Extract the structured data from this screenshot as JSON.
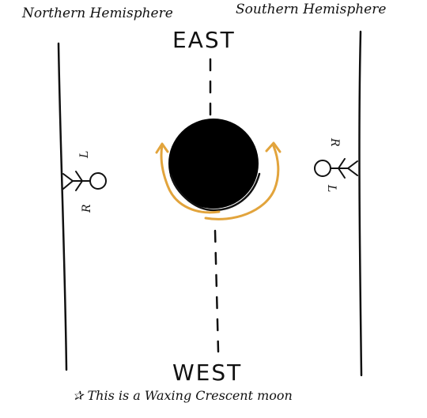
{
  "labels": {
    "north": "Northern Hemisphere",
    "south": "Southern Hemisphere",
    "east": "EAST",
    "west": "WEST",
    "note": "✰ This is a Waxing Crescent moon"
  },
  "observers": {
    "north": {
      "left_mark": "L",
      "right_mark": "R"
    },
    "south": {
      "left_mark": "L",
      "right_mark": "R"
    }
  },
  "colors": {
    "ink": "#111111",
    "arrows": "#e2a43c",
    "moon_shadow": "#000000"
  },
  "icons": [
    "moon-icon",
    "stick-figure-icon",
    "curved-arrow-icon",
    "star-icon"
  ]
}
